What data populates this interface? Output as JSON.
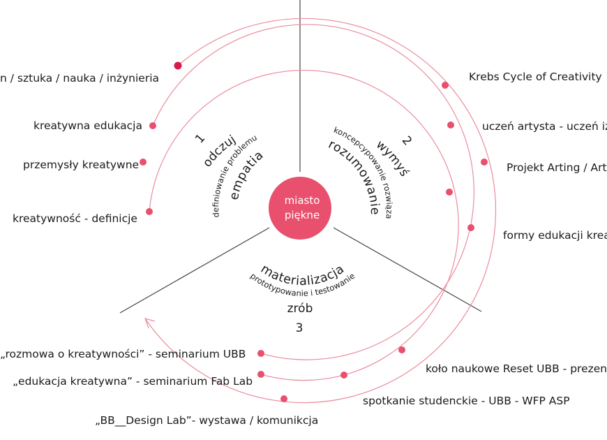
{
  "center": {
    "line1": "miasto",
    "line2": "piękne"
  },
  "sections": [
    {
      "number": "1",
      "verb": "odczuj",
      "subtitle": "definiowanie problemu",
      "title": "empatia"
    },
    {
      "number": "2",
      "verb": "wymyśl",
      "subtitle": "koncepcypowanie rozwiązań",
      "title": "rozumowanie"
    },
    {
      "number": "3",
      "verb": "zrób",
      "subtitle": "prototypowanie i testowanie",
      "title": "materializacja"
    }
  ],
  "left_labels": [
    "n / sztuka / nauka / inżynieria",
    "kreatywna edukacja",
    "przemysły kreatywne",
    "kreatywność - definicje"
  ],
  "right_labels": [
    "Krebs Cycle of Creativity",
    "uczeń artysta - uczeń iż",
    "Projekt Arting / Art",
    "formy edukacji krea"
  ],
  "bottom_labels": [
    "„rozmowa o kreatywności” - seminarium UBB",
    "„edukacja kreatywna” - seminarium Fab Lab",
    "„BB__Design Lab”- wystawa / komunikcja",
    "koło naukowe Reset UBB - prezen",
    "spotkanie studenckie - UBB - WFP ASP"
  ],
  "colors": {
    "accent": "#e8506e",
    "accent_dark": "#d81b4a",
    "arc": "#eb8b9c",
    "line": "#444444"
  }
}
